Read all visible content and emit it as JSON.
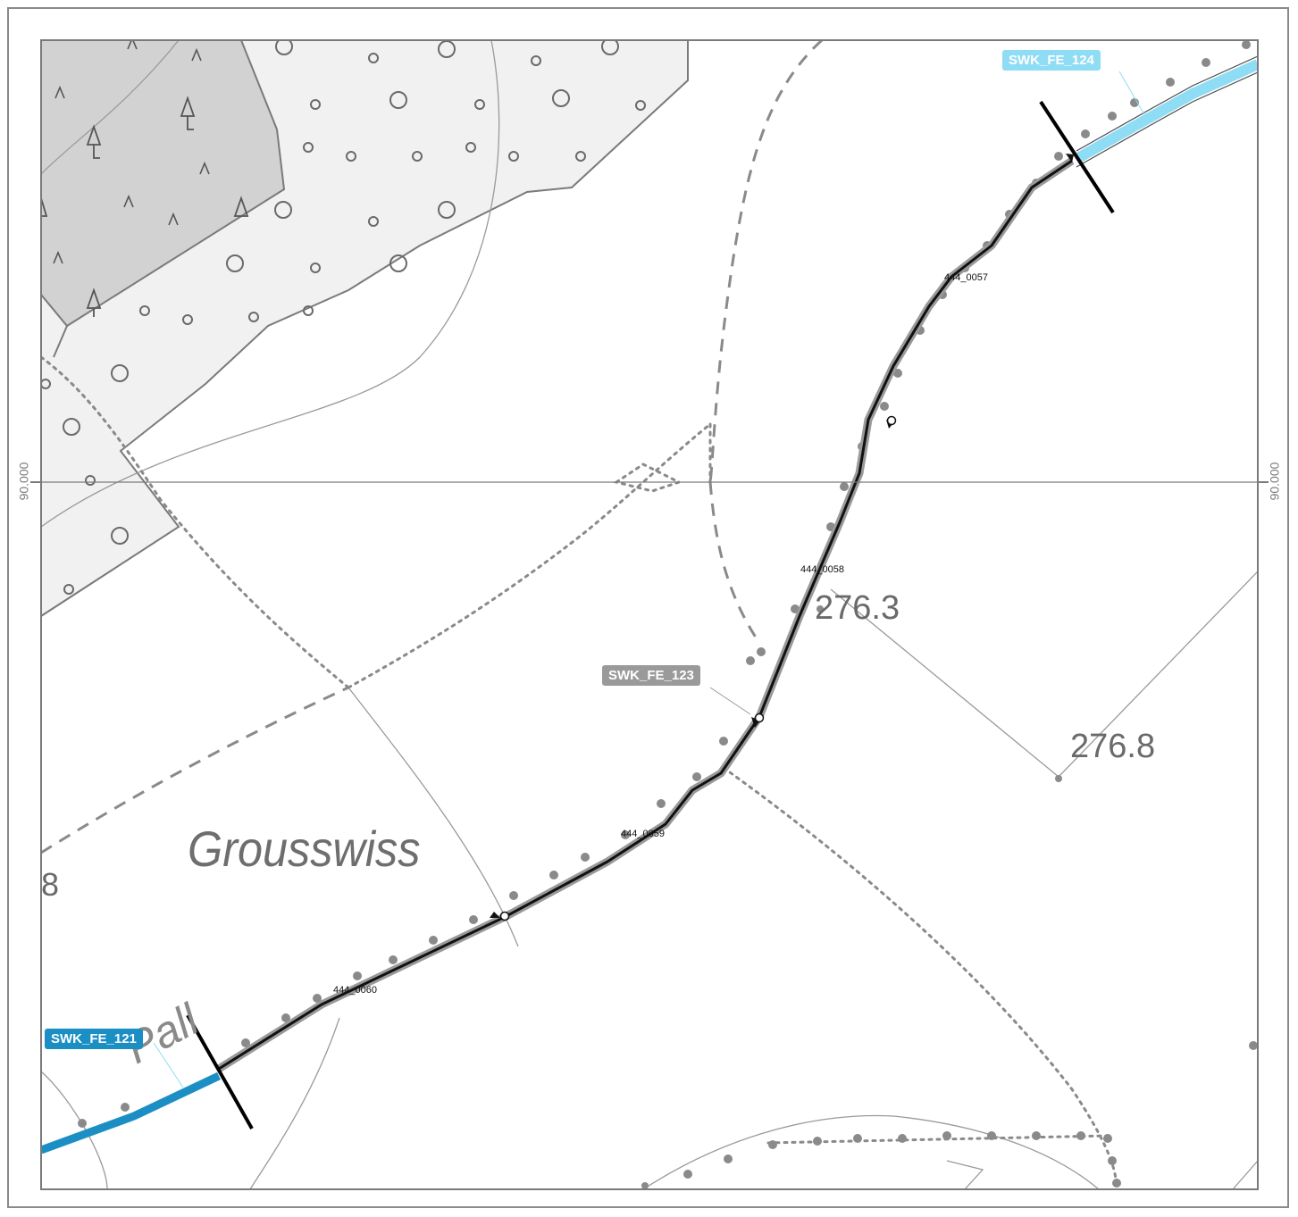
{
  "grid": {
    "y_value": "90.000"
  },
  "places": {
    "grousswiss": "Grousswiss",
    "pall": "Pall",
    "partial_elev": "8"
  },
  "elevations": {
    "e1": "276.3",
    "e2": "276.8"
  },
  "route_labels": {
    "swk_fe_121": "SWK_FE_121",
    "swk_fe_123": "SWK_FE_123",
    "swk_fe_124": "SWK_FE_124"
  },
  "segments": {
    "s57": "444_0057",
    "s58": "444_0058",
    "s59": "444_0059",
    "s60": "444_0060"
  },
  "colors": {
    "swk_fe_121": "#1b8fc4",
    "swk_fe_123": "#9a9a9a",
    "swk_fe_124": "#8fdcf5",
    "forest_dark": "#cfcfcf",
    "forest_light": "#f0f0f0",
    "route_core": "#111111",
    "route_halo": "#9a9a9a"
  },
  "icons": [
    "tree-conifer-symbol",
    "vegetation-caret-symbol",
    "orchard-circle-symbol",
    "direction-arrow-icon",
    "node-circle-icon"
  ]
}
